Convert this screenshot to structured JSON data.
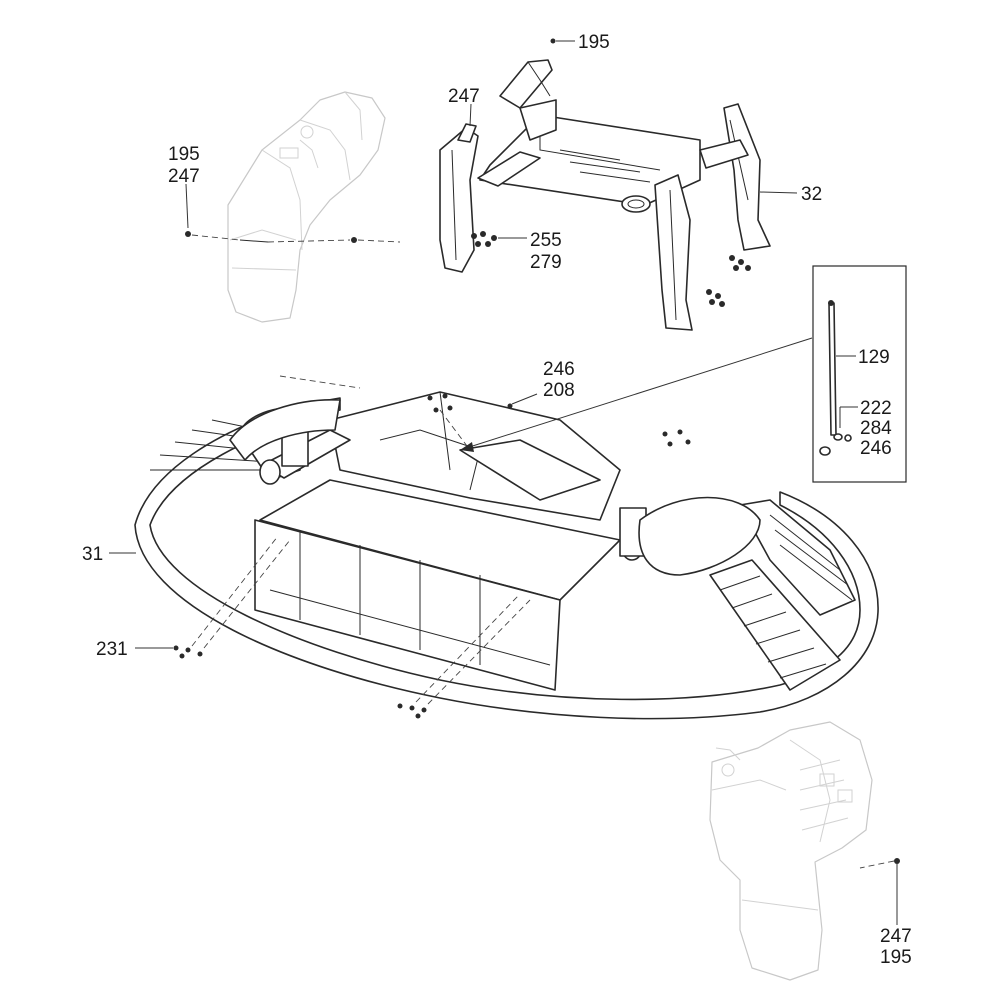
{
  "callouts": {
    "c195_top": "195",
    "c247_topframe": "247",
    "c195_left": "195",
    "c247_left": "247",
    "c32": "32",
    "c255": "255",
    "c279": "279",
    "c246_mid": "246",
    "c208": "208",
    "c129": "129",
    "c222": "222",
    "c284": "284",
    "c246_inset": "246",
    "c31": "31",
    "c231": "231",
    "c247_bottom": "247",
    "c195_bottom": "195"
  }
}
